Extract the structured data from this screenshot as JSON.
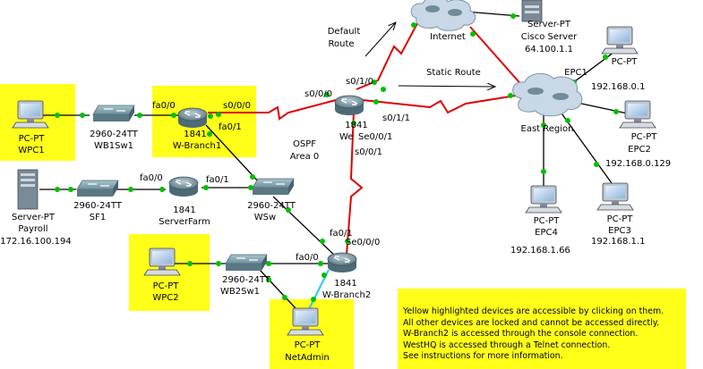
{
  "routers": {
    "wbranch1": {
      "model": "1841",
      "name": "W-Branch1"
    },
    "westhq": {
      "model": "1841",
      "name_prefix": "We"
    },
    "serverfarm": {
      "model": "1841",
      "name": "ServerFarm"
    },
    "wbranch2": {
      "model": "1841",
      "name": "W-Branch2"
    }
  },
  "switches": {
    "wb1sw1": {
      "model": "2960-24TT",
      "name": "WB1Sw1"
    },
    "sf1": {
      "model": "2960-24TT",
      "name": "SF1"
    },
    "wsw": {
      "model": "2960-24TT",
      "name": "WSw"
    },
    "wb2sw1": {
      "model": "2960-24TT",
      "name": "WB2Sw1"
    }
  },
  "pcs": {
    "wpc1": {
      "type": "PC-PT",
      "name": "WPC1"
    },
    "wpc2": {
      "type": "PC-PT",
      "name": "WPC2"
    },
    "netadmin": {
      "type": "PC-PT",
      "name": "NetAdmin"
    },
    "epc1": {
      "type": "PC-PT",
      "name": "EPC1",
      "ip": "192.168.0.1"
    },
    "epc2": {
      "type": "PC-PT",
      "name": "EPC2",
      "ip": "192.168.0.129"
    },
    "epc3": {
      "type": "PC-PT",
      "name": "EPC3",
      "ip": "192.168.1.1"
    },
    "epc4": {
      "type": "PC-PT",
      "name": "EPC4",
      "ip": "192.168.1.66"
    }
  },
  "servers": {
    "payroll": {
      "type": "Server-PT",
      "name": "Payroll",
      "ip": "172.16.100.194"
    },
    "cisco": {
      "type": "Server-PT",
      "name": "Cisco Server",
      "ip": "64.100.1.1"
    }
  },
  "clouds": {
    "internet": "Internet",
    "east": "East Region"
  },
  "ports": {
    "wb1_fa00": "fa0/0",
    "wb1_s000": "s0/0/0",
    "wb1_fa01": "fa0/1",
    "hq_s000": "s0/0/0",
    "hq_s010": "s0/1/0",
    "hq_s011": "s0/1/1",
    "hq_s001a": "Se0/0/1",
    "hq_s001b": "s0/0/1",
    "sf_fa00": "fa0/0",
    "sf_fa01": "fa0/1",
    "wb2_fa01": "fa0/1",
    "wb2_fa00": "fa0/0",
    "wb2_se000": "Se0/0/0"
  },
  "annotations": {
    "default_route_1": "Default",
    "default_route_2": "Route",
    "static_route": "Static Route",
    "ospf_1": "OSPF",
    "ospf_2": "Area 0"
  },
  "info_box": {
    "line1": "Yellow highlighted devices are accessible by clicking on them.",
    "line2": "All other devices are locked and cannot be accessed directly.",
    "line3": "W-Branch2 is accessed through the console connection.",
    "line4": "WestHQ is accessed through a Telnet connection.",
    "line5": "See instructions for more information."
  },
  "colors": {
    "highlight": "#ffff1a",
    "serial_link": "#e00000",
    "ethernet_link": "#000000",
    "console_link": "#33ccee",
    "link_light": "#00c000",
    "router_body": "#6f8c98",
    "switch_body": "#7fa3b0",
    "cloud": "#c8d8e6"
  }
}
